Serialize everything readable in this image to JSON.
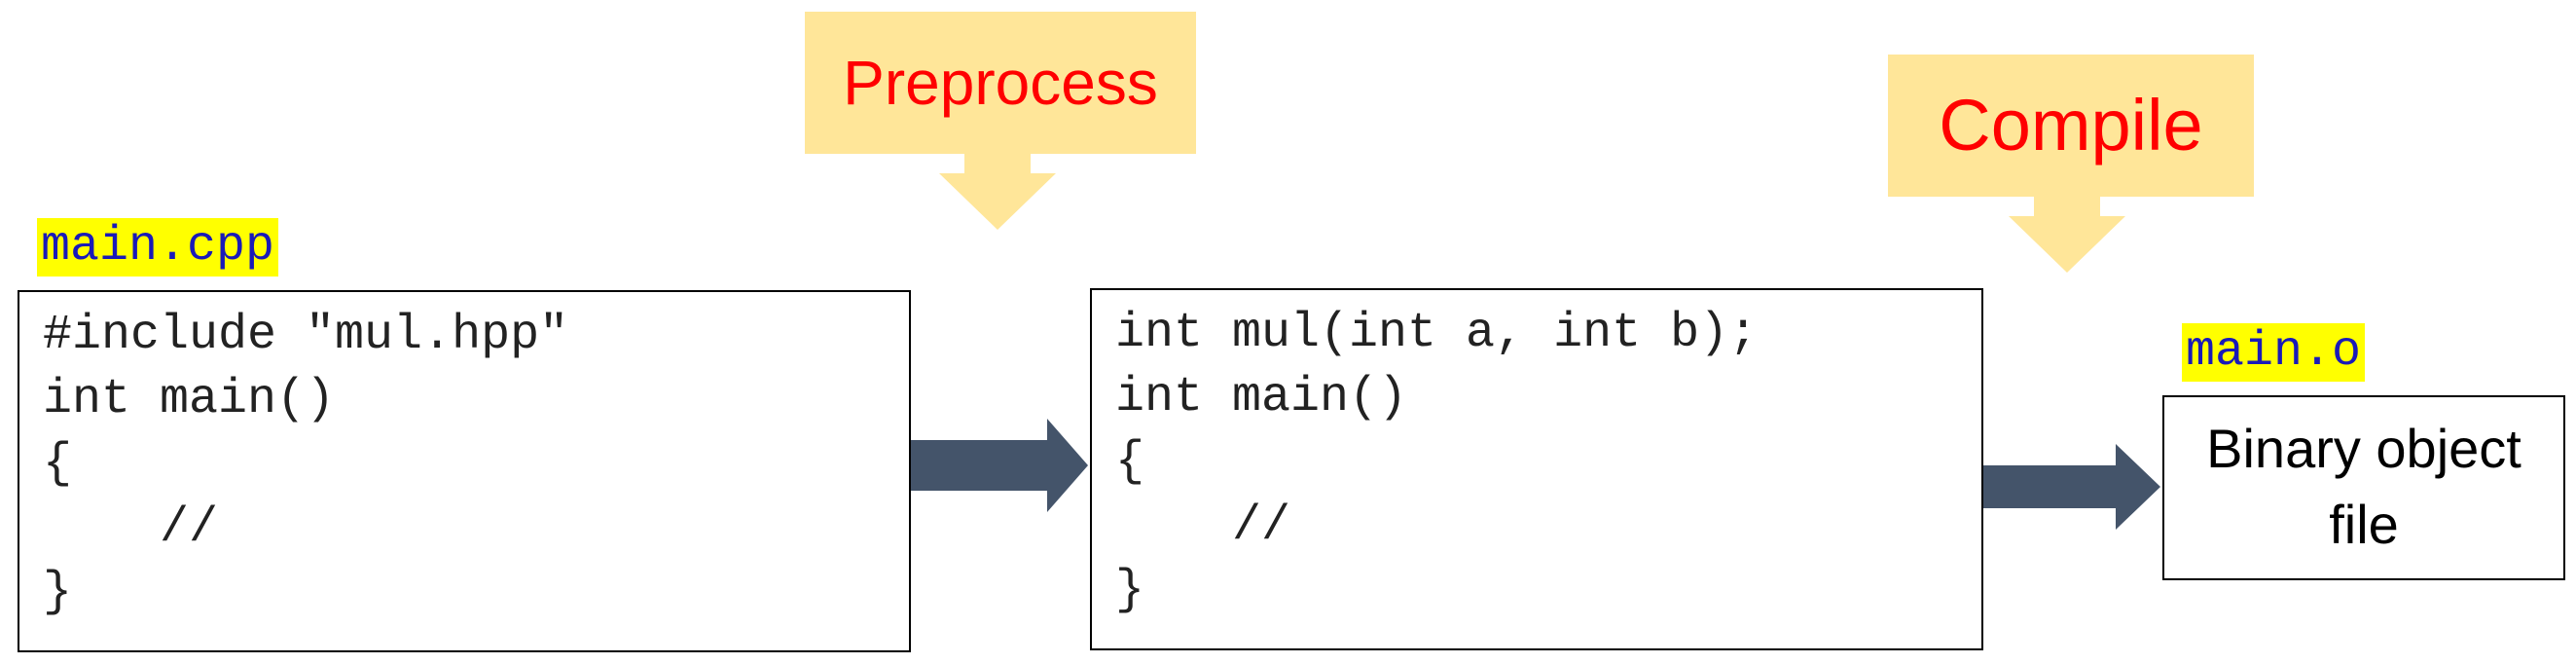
{
  "source_file": {
    "name": "main.cpp",
    "code": [
      "#include \"mul.hpp\"",
      "int main()",
      "{",
      "    //",
      "}"
    ]
  },
  "preprocessed": {
    "code": [
      "int mul(int a, int b);",
      "int main()",
      "{",
      "    //",
      "}"
    ]
  },
  "object_file": {
    "name": "main.o",
    "description_line1": "Binary object",
    "description_line2": "file"
  },
  "stages": {
    "preprocess": "Preprocess",
    "compile": "Compile"
  },
  "colors": {
    "file_label_bg": "#ffff00",
    "file_label_text": "#1a1ab8",
    "callout_bg": "#ffe699",
    "callout_text": "#ff0000",
    "flow_arrow": "#44546a"
  }
}
